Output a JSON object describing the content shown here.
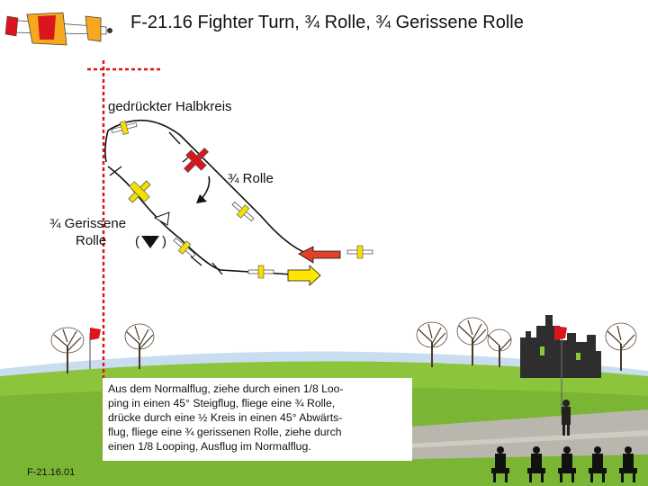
{
  "title": "F-21.16 Fighter Turn, ¾ Rolle, ¾ Gerissene Rolle",
  "labels": {
    "half_circle": "gedrückter Halbkreis",
    "roll": "¾ Rolle",
    "snap_line1": "¾ Gerissene",
    "snap_line2": "Rolle",
    "snap_paren_open": "(",
    "snap_paren_close": ")"
  },
  "description": [
    "Aus dem Normalflug, ziehe durch einen 1/8 Loo-",
    "ping in einen 45° Steigflug, fliege eine ¾ Rolle,",
    "drücke durch eine ½ Kreis in einen 45° Abwärts-",
    "flug, fliege eine ¾ gerissenen Rolle, ziehe durch",
    "einen 1/8 Looping, Ausflug im Normalflug."
  ],
  "figure_code": "F-21.16.01",
  "colors": {
    "sky": "#ffffff",
    "grass": "#8cc43c",
    "sky_band": "#c9ddf0",
    "flight_path": "#111111",
    "reference_line": "#d9161e",
    "entry_arrow": "#e2402a",
    "exit_arrow": "#ffe600",
    "plane_yellow": "#f5e000",
    "plane_red": "#d9161e"
  },
  "icons": {
    "header_plane": "aerobatic-plane-icon",
    "start_flag": "red-flag-icon",
    "pilot_flag": "red-flag-icon",
    "castle": "castle-ruin-icon",
    "pilot": "pilot-icon",
    "judges": "judge-icon"
  }
}
